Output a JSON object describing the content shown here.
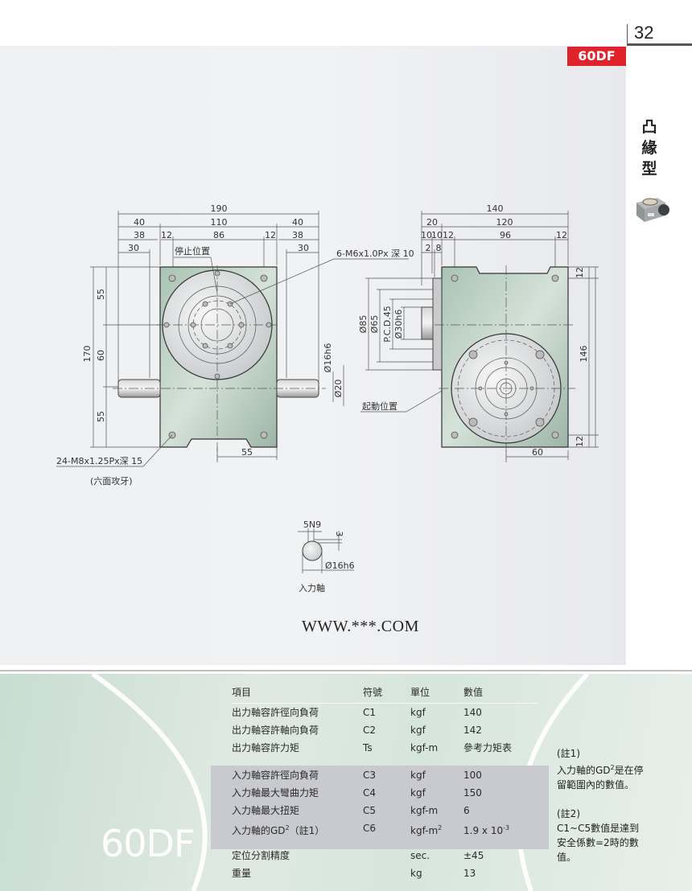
{
  "header": {
    "page_number": "32",
    "model_badge": "60DF",
    "category_label": [
      "凸",
      "緣",
      "型"
    ],
    "product_thumbnail": "indexer-product-image",
    "accent_color": "#e0232a"
  },
  "front_view": {
    "dimensions": {
      "overall_width": "190",
      "left_40": "40",
      "mid_110": "110",
      "right_40": "40",
      "left_38": "38",
      "left_12": "12",
      "mid_86": "86",
      "right_12": "12",
      "right_38": "38",
      "left_30": "30",
      "right_30": "30",
      "height_170": "170",
      "upper_55": "55",
      "mid_60": "60",
      "lower_55": "55",
      "shaft_dia": "Ø16h6",
      "shaft_boss_dia": "Ø20",
      "bottom_55": "55"
    },
    "callouts": {
      "stop_position": "停止位置",
      "top_holes": "6-M6x1.0Px 深 10",
      "body_holes": "24-M8x1.25Px深 15",
      "body_holes_note": "(六面攻牙)"
    }
  },
  "side_view": {
    "dimensions": {
      "overall_width": "140",
      "left_20": "20",
      "main_120": "120",
      "a_10": "10",
      "b_10": "10",
      "c_12": "12",
      "mid_96": "96",
      "d_12": "12",
      "e_2": "2",
      "f_8": "8",
      "dia_85": "Ø85",
      "dia_65": "Ø65",
      "pcd_45": "P.C.D.45",
      "dia_30h6": "Ø30h6",
      "height_146": "146",
      "top_12": "12",
      "bottom_12": "12",
      "bottom_60": "60"
    },
    "callouts": {
      "start_position": "起動位置"
    }
  },
  "input_shaft_detail": {
    "keyway": "5N9",
    "depth": "3",
    "diameter": "Ø16h6",
    "label": "入力軸"
  },
  "watermark": "WWW.***.COM",
  "spec_panel": {
    "model_big": "60DF",
    "headers": {
      "item": "項目",
      "symbol": "符號",
      "unit": "單位",
      "value": "數值"
    },
    "output_rows": [
      {
        "item": "出力軸容許徑向負荷",
        "symbol": "C1",
        "unit": "kgf",
        "value": "140"
      },
      {
        "item": "出力軸容許軸向負荷",
        "symbol": "C2",
        "unit": "kgf",
        "value": "142"
      },
      {
        "item": "出力軸容許力矩",
        "symbol": "Ts",
        "unit": "kgf-m",
        "value": "參考力矩表"
      }
    ],
    "input_rows": [
      {
        "item": "入力軸容許徑向負荷",
        "symbol": "C3",
        "unit": "kgf",
        "value": "100"
      },
      {
        "item": "入力軸最大彎曲力矩",
        "symbol": "C4",
        "unit": "kgf",
        "value": "150"
      },
      {
        "item": "入力軸最大扭矩",
        "symbol": "C5",
        "unit": "kgf-m",
        "value": "6"
      },
      {
        "item_pre": "入力軸的GD",
        "item_sup": "2",
        "item_post": "（註1）",
        "symbol": "C6",
        "unit_pre": "kgf-m",
        "unit_sup": "2",
        "value_pre": "1.9 x 10",
        "value_sup": "-3"
      }
    ],
    "other_rows": [
      {
        "item": "定位分割精度",
        "symbol": "",
        "unit": "sec.",
        "value": "±45"
      },
      {
        "item": "重量",
        "symbol": "",
        "unit": "kg",
        "value": "13"
      }
    ],
    "notes": {
      "note1_title": "(註1)",
      "note1_line1_pre": "入力軸的GD",
      "note1_line1_sup": "2",
      "note1_line1_post": "是在停",
      "note1_line2": "留範圍內的數值。",
      "note2_title": "(註2)",
      "note2_line1": "C1~C5數值是達到",
      "note2_line2": "安全係數=2時的數",
      "note2_line3": "值。"
    }
  }
}
